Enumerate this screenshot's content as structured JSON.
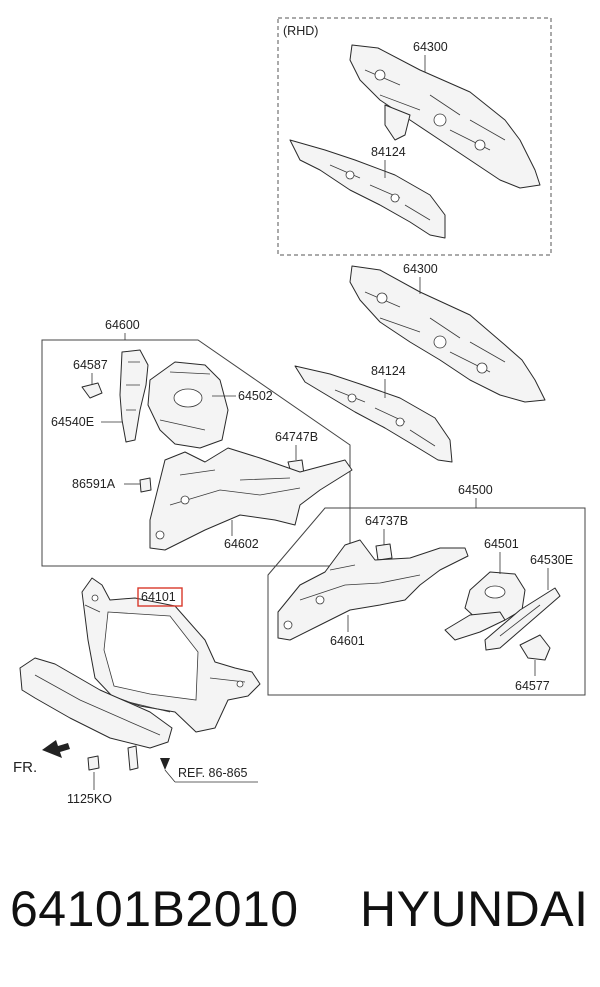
{
  "diagram": {
    "rhd_label": "(RHD)",
    "callouts": {
      "p64300_rhd": "64300",
      "p84124_rhd": "84124",
      "p64300": "64300",
      "p84124": "84124",
      "p64600": "64600",
      "p64587": "64587",
      "p64540E": "64540E",
      "p64502": "64502",
      "p64747B": "64747B",
      "p86591A": "86591A",
      "p64602": "64602",
      "p64500": "64500",
      "p64737B": "64737B",
      "p64501": "64501",
      "p64530E": "64530E",
      "p64601": "64601",
      "p64577": "64577",
      "p64101": "64101",
      "p1125KO": "1125KO",
      "ref": "REF. 86-865",
      "fr": "FR."
    },
    "highlight_color": "#d8392b"
  },
  "caption": {
    "part_number": "64101B2010",
    "brand": "HYUNDAI"
  }
}
